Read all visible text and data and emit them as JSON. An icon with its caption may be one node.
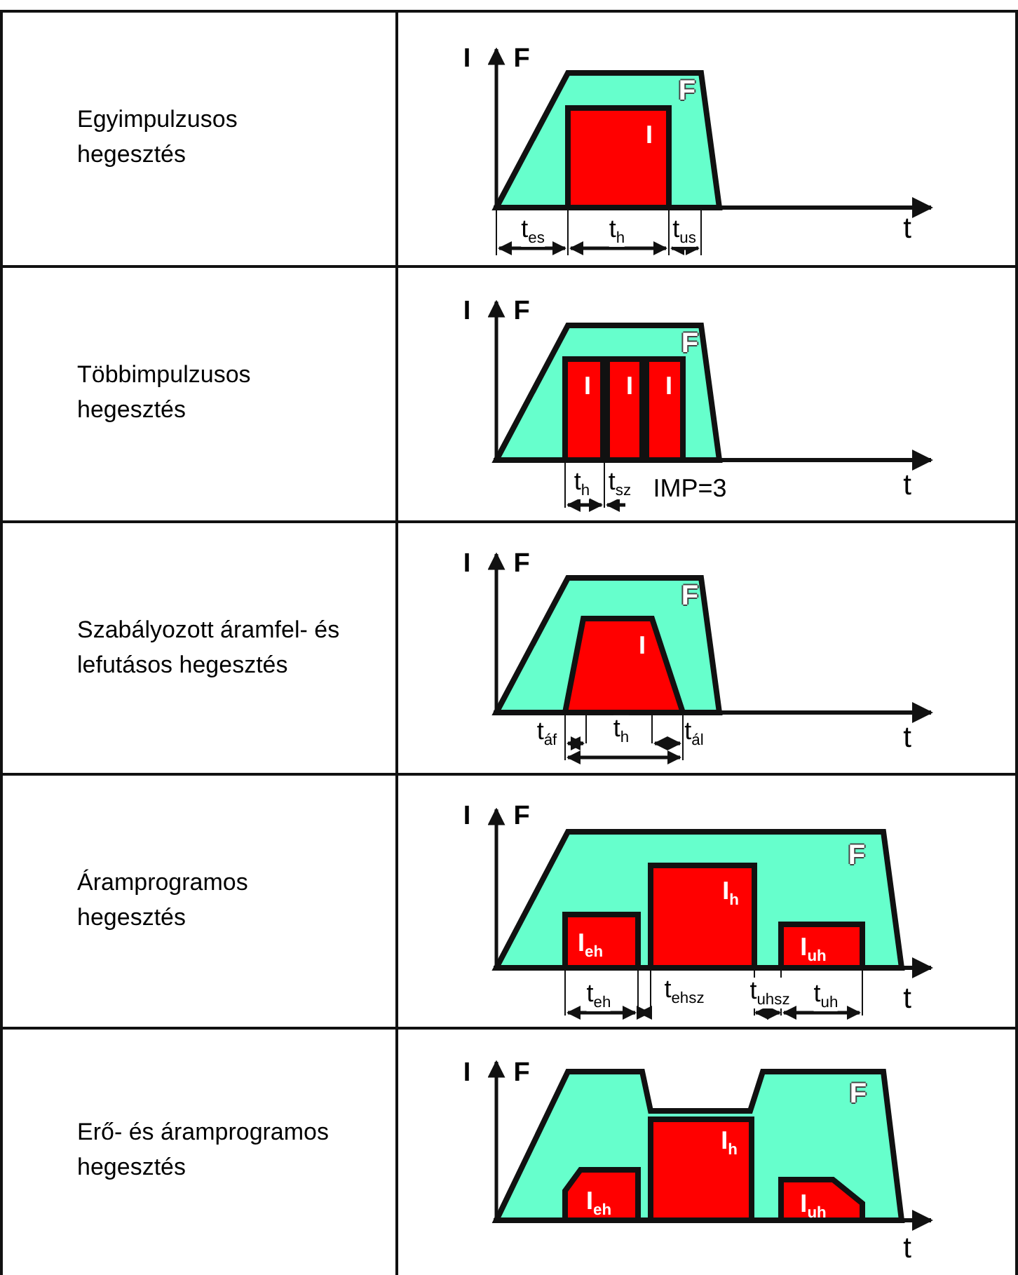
{
  "diagram": {
    "labels": [
      "Egyimpulzusos hegesztés",
      "I",
      "F",
      "F",
      "I",
      "t$_{es}$",
      "t$_{h}$",
      "t$_{us}$",
      "t",
      "Többimpulzusos hegesztés",
      "I",
      "F",
      "F",
      "I",
      "I",
      "I",
      "t$_{h}$",
      "t$_{sz}$",
      "IMP=3",
      "t",
      "Szabályozott áramfel- és lefutásos hegesztés",
      "I",
      "F",
      "F",
      "I",
      "t$_{áf}$",
      "t$_{h}$",
      "t$_{ál}$",
      "t",
      "Áramprogramos hegesztés",
      "I",
      "F",
      "F",
      "I$_{h}$",
      "I$_{eh}$",
      "I$_{uh}$",
      "t$_{eh}$",
      "t$_{ehsz}$",
      "t$_{uhsz}$",
      "t$_{uh}$",
      "t",
      "Erő- és áramprogramos hegesztés",
      "I",
      "F",
      "F",
      "I$_{h}$",
      "I$_{eh}$",
      "I$_{uh}$",
      "t"
    ]
  }
}
